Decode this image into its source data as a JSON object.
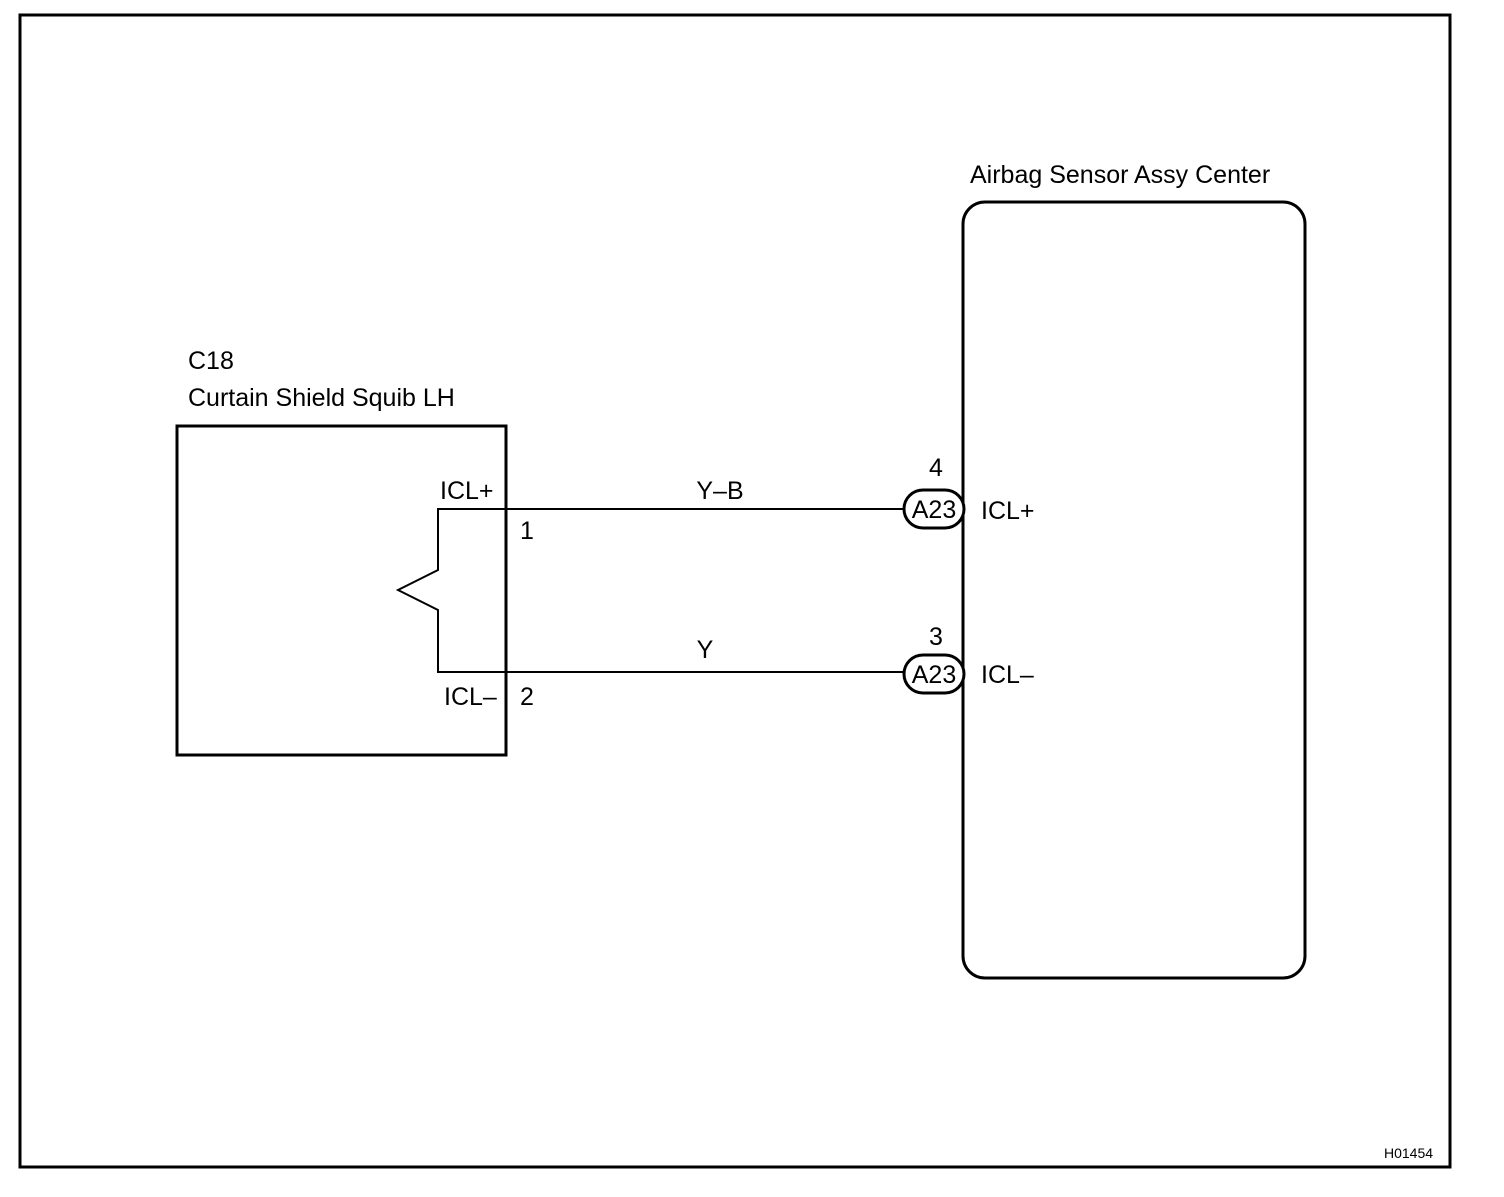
{
  "colors": {
    "line": "#000000",
    "background": "#ffffff"
  },
  "squib": {
    "code": "C18",
    "name": "Curtain Shield Squib LH",
    "terminal_pos": "ICL+",
    "terminal_neg": "ICL–",
    "pin_pos": "1",
    "pin_neg": "2"
  },
  "sensor": {
    "name": "Airbag Sensor Assy Center",
    "terminal_pos": "ICL+",
    "terminal_neg": "ICL–",
    "connector_pos": "A23",
    "connector_neg": "A23",
    "pin_pos": "4",
    "pin_neg": "3"
  },
  "wires": {
    "pos_color": "Y–B",
    "neg_color": "Y"
  },
  "figure_code": "H01454"
}
